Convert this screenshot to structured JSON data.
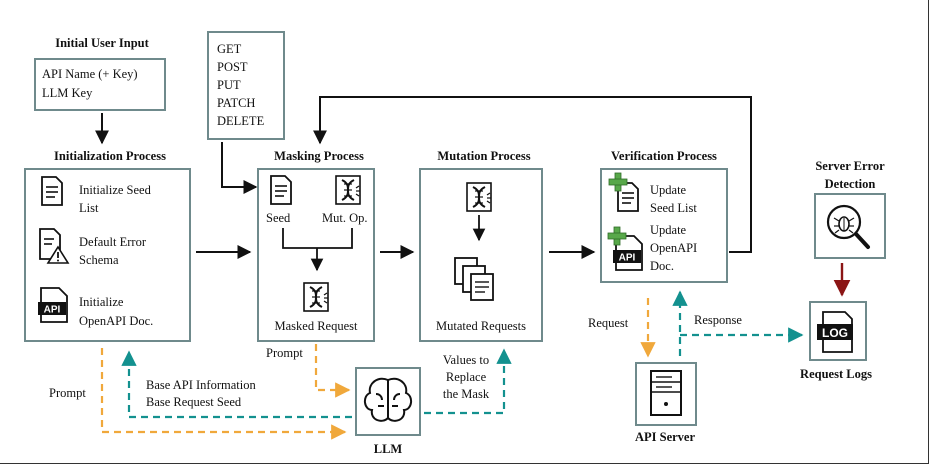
{
  "colors": {
    "box_border": "#6f8a8c",
    "arrow_black": "#111111",
    "arrow_orange": "#f0a83b",
    "arrow_teal": "#13918f",
    "arrow_darkred": "#8b1515",
    "plus_green": "#58a84a"
  },
  "initial_input": {
    "title": "Initial User Input",
    "line1": "API Name (+ Key)",
    "line2": "LLM Key"
  },
  "http_methods": [
    "GET",
    "POST",
    "PUT",
    "PATCH",
    "DELETE"
  ],
  "initialization": {
    "title": "Initialization Process",
    "item1_l1": "Initialize Seed",
    "item1_l2": "List",
    "item2_l1": "Default Error",
    "item2_l2": "Schema",
    "item3_l1": "Initialize",
    "item3_l2": "OpenAPI Doc.",
    "icons": [
      "document-icon",
      "document-warning-icon",
      "api-file-icon"
    ]
  },
  "masking": {
    "title": "Masking Process",
    "seed_label": "Seed",
    "mutop_label": "Mut. Op.",
    "masked_label": "Masked Request",
    "icons": [
      "document-icon",
      "dna-icon",
      "dna-icon"
    ]
  },
  "mutation": {
    "title": "Mutation Process",
    "label": "Mutated Requests",
    "icons": [
      "dna-icon",
      "document-stack-icon"
    ]
  },
  "verification": {
    "title": "Verification Process",
    "item1_l1": "Update",
    "item1_l2": "Seed List",
    "item2_l1": "Update",
    "item2_l2": "OpenAPI",
    "item2_l3": "Doc.",
    "icons": [
      "document-plus-icon",
      "api-file-plus-icon"
    ]
  },
  "server_error": {
    "title_l1": "Server Error",
    "title_l2": "Detection",
    "icon": "bug-magnifier-icon"
  },
  "request_logs": {
    "label": "Request Logs",
    "icon_text": "LOG"
  },
  "llm": {
    "label": "LLM",
    "icon": "brain-icon"
  },
  "api_server": {
    "label": "API Server",
    "icon": "server-icon"
  },
  "edge_labels": {
    "prompt_left": "Prompt",
    "prompt_mask": "Prompt",
    "base_info_l1": "Base API Information",
    "base_info_l2": "Base Request Seed",
    "values_l1": "Values to",
    "values_l2": "Replace",
    "values_l3": "the Mask",
    "request": "Request",
    "response": "Response"
  }
}
